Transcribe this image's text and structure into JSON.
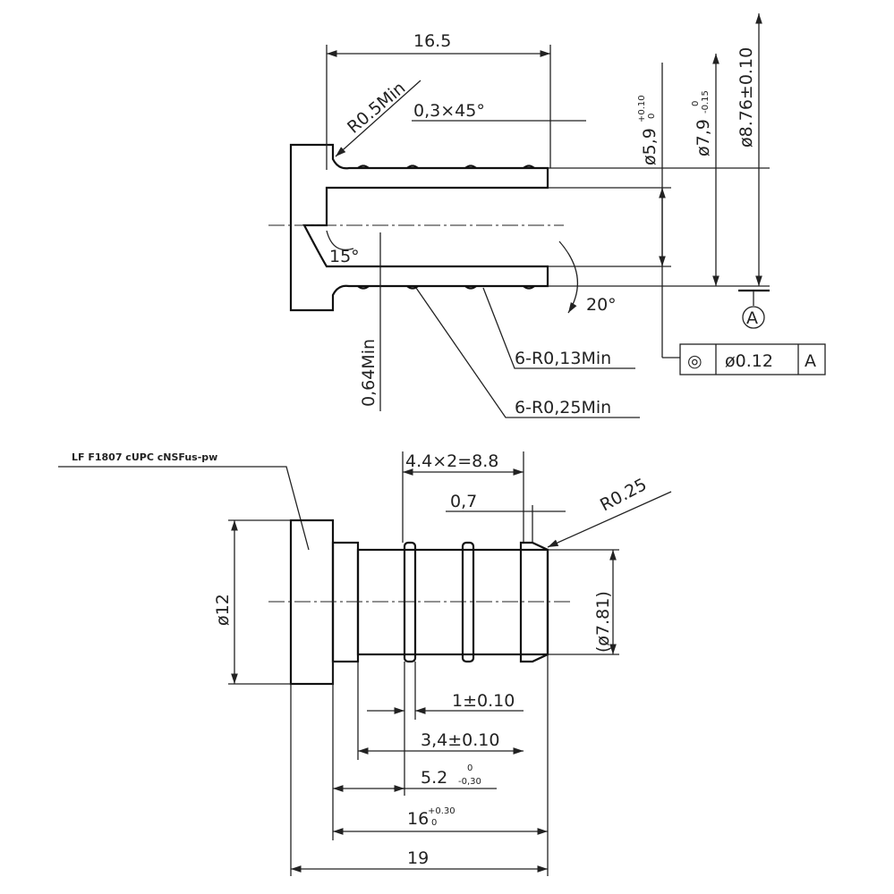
{
  "top_view": {
    "length": "16.5",
    "fillet": "R0.5Min",
    "chamfer": "0,3×45°",
    "dia_bore": "ø5,9",
    "dia_bore_tol_upper": "+0.10",
    "dia_bore_tol_lower": "0",
    "dia_mid": "ø7,9",
    "dia_mid_tol_upper": "0",
    "dia_mid_tol_lower": "-0.15",
    "dia_outer": "ø8.76±0.10",
    "angle_inner": "15°",
    "angle_outer": "20°",
    "wall_min": "0,64Min",
    "small_radii": "6-R0,13Min",
    "large_radii": "6-R0,25Min",
    "datum": "A",
    "tolerance_frame": {
      "symbol": "◎",
      "value": "ø0.12",
      "datum": "A"
    }
  },
  "bottom_view": {
    "marking": "LF F1807 cUPC cNSFus-pw",
    "pitch": "4.4×2=8.8",
    "groove_offset": "0,7",
    "radius": "R0.25",
    "dia_flange": "ø12",
    "dia_end": "(ø7.81)",
    "groove_width": "1±0.10",
    "groove_pitch": "3,4±0.10",
    "first_groove": "5.2",
    "first_groove_tol_upper": "0",
    "first_groove_tol_lower": "-0,30",
    "body_length": "16",
    "body_length_tol_upper": "+0.30",
    "body_length_tol_lower": "0",
    "total_length": "19"
  }
}
